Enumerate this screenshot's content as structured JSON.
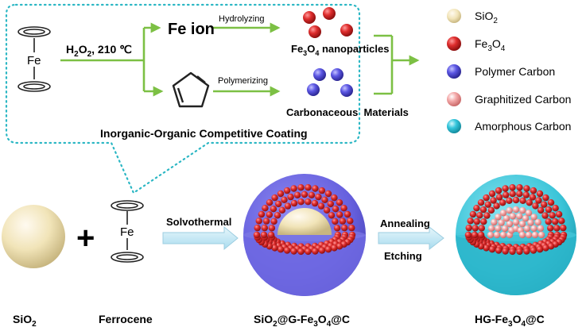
{
  "top_box": {
    "condition": {
      "prefix": "H",
      "sub1": "2",
      "mid": "O",
      "sub2": "2",
      "suffix": ", 210 ℃"
    },
    "fe_ion": "Fe ion",
    "hydrolyzing": "Hydrolyzing",
    "polymerizing": "Polymerizing",
    "fe3o4_np": {
      "a": "Fe",
      "s1": "3",
      "b": "O",
      "s2": "4",
      "c": " nanoparticles"
    },
    "carbonaceous": "Carbonaceous  Materials",
    "caption": "Inorganic-Organic Competitive Coating",
    "ferrocene_fe": "Fe"
  },
  "legend": {
    "sio2": {
      "a": "SiO",
      "s": "2"
    },
    "fe3o4": {
      "a": "Fe",
      "s1": "3",
      "b": "O",
      "s2": "4"
    },
    "polymer": "Polymer Carbon",
    "graphitized": "Graphitized Carbon",
    "amorphous": "Amorphous Carbon"
  },
  "bottom": {
    "plus": "+",
    "ferrocene_fe": "Fe",
    "solvothermal": "Solvothermal",
    "annealing": "Annealing",
    "etching": "Etching",
    "label_sio2": {
      "a": "SiO",
      "s": "2"
    },
    "label_ferrocene": "Ferrocene",
    "label_composite": {
      "a": "SiO",
      "s1": "2",
      "b": "@G-Fe",
      "s2": "3",
      "c": "O",
      "s3": "4",
      "d": "@C"
    },
    "label_hollow": {
      "a": "HG-Fe",
      "s1": "3",
      "b": "O",
      "s2": "4",
      "c": "@C"
    }
  },
  "colors": {
    "sio2": "#efe3b4",
    "fe3o4": "#d42a2a",
    "polymer": "#5a55e0",
    "graphitized": "#f1a0a0",
    "amorphous": "#32c4d9",
    "arrow_green": "#7cc044",
    "dots_teal": "#2cb7c4",
    "arrow_light": "#bfe6f3"
  }
}
